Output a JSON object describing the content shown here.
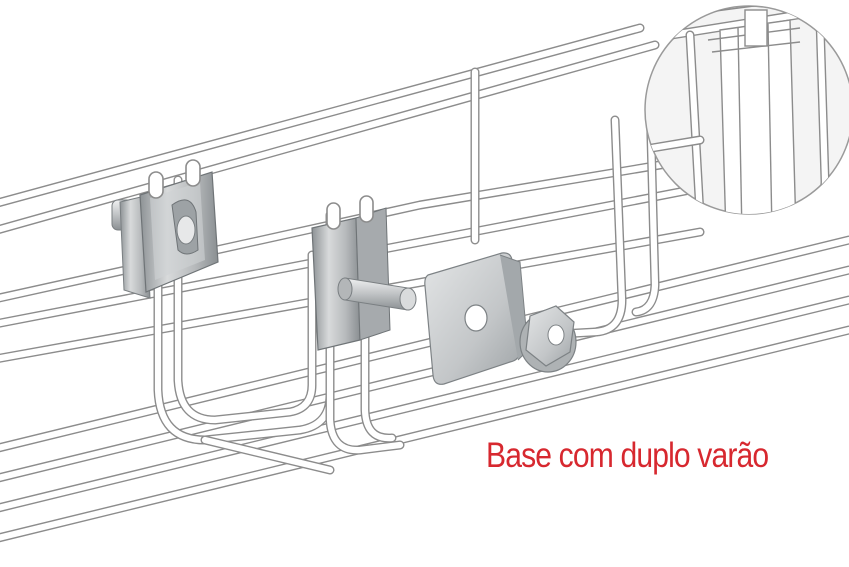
{
  "caption": {
    "text": "Base com duplo varão",
    "color": "#d7282f"
  },
  "palette": {
    "wire_outline": "#8c8c8c",
    "wire_fill": "#ffffff",
    "metal_light": "#d9dbdc",
    "metal_mid": "#b4b7b9",
    "metal_dark": "#858a8d",
    "detail_circle_fill": "#f2f2f2"
  },
  "components": [
    "wire-mesh-cable-tray",
    "double-rod-base-clamp",
    "bolt",
    "square-washer-plate",
    "hex-flange-nut",
    "detail-magnifier-circle"
  ]
}
